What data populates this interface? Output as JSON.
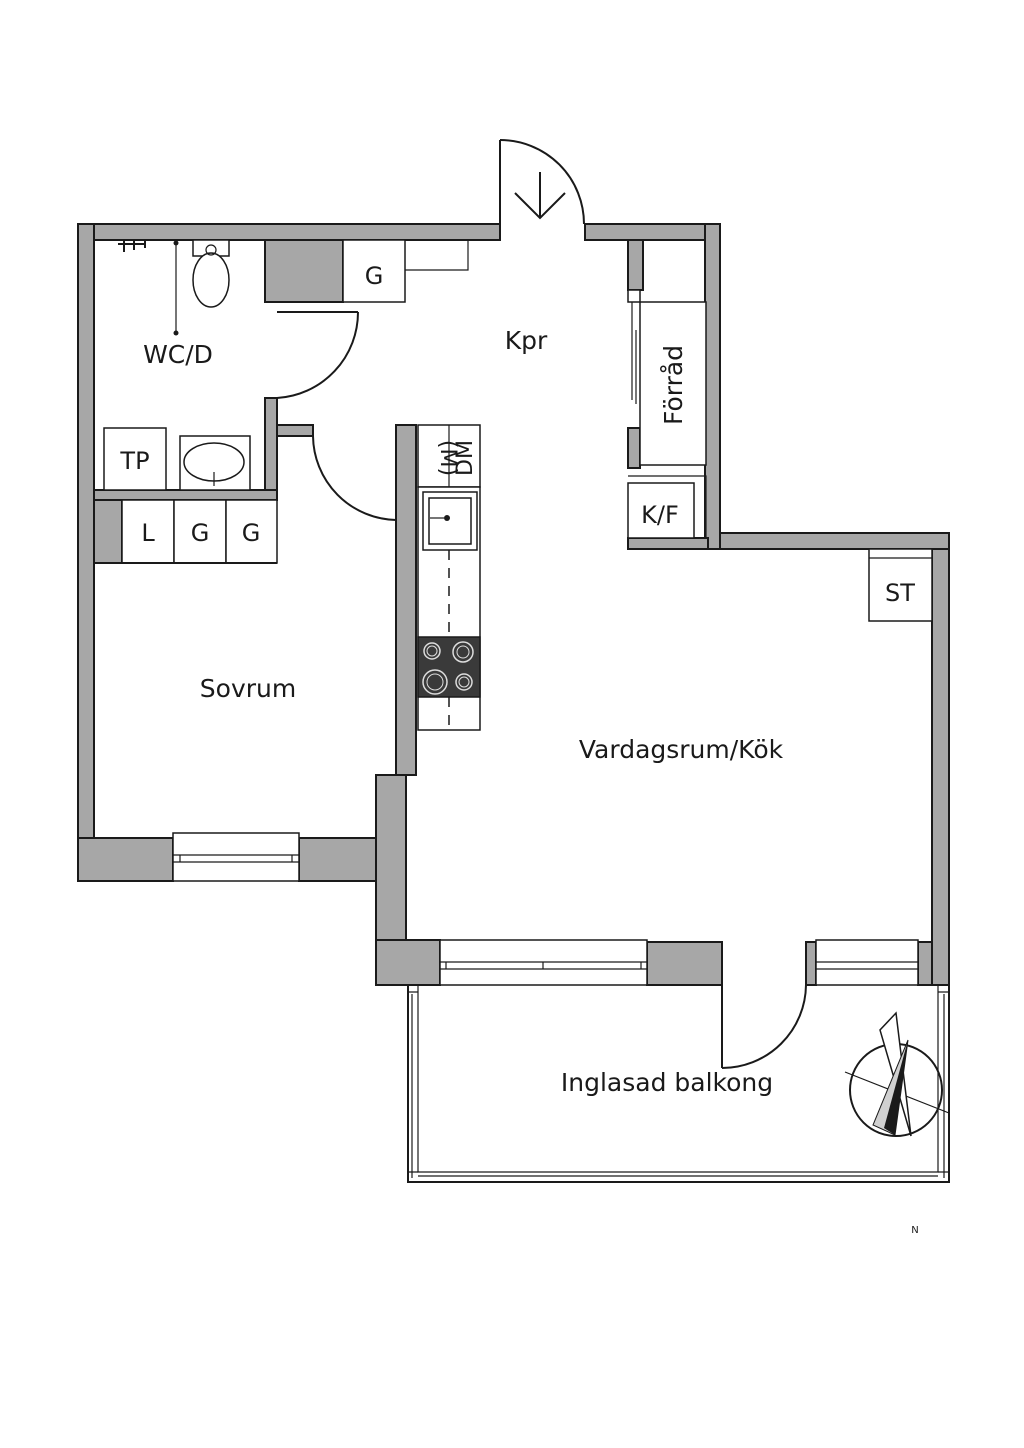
{
  "rooms": {
    "wc": "WC/D",
    "hall": "Kpr",
    "storage": "Förråd",
    "bedroom": "Sovrum",
    "living": "Vardagsrum/Kök",
    "balcony": "Inglasad balkong"
  },
  "fixtures": {
    "hall_wardrobe": "G",
    "towel_dryer": "TP",
    "bed_closet_l": "L",
    "bed_closet_g1": "G",
    "bed_closet_g2": "G",
    "microwave": "(M)",
    "dishwasher": "DM",
    "fridge_freezer": "K/F",
    "broom_closet": "ST"
  },
  "compass": {
    "north": "N"
  },
  "colors": {
    "wall": "#a7a7a7",
    "line": "#1a1a1a",
    "stove": "#3a3a3a"
  }
}
